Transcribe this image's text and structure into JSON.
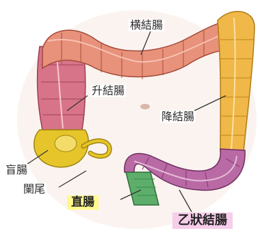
{
  "labels": {
    "transverse_colon": "横結腸",
    "ascending_colon": "升結腸",
    "descending_colon": "降結腸",
    "cecum": "盲腸",
    "appendix": "闌尾",
    "rectum": "直腸",
    "sigmoid_colon": "乙狀結腸"
  },
  "colors": {
    "transverse": "#e8917b",
    "ascending": "#d8748a",
    "descending": "#f0b848",
    "cecum": "#e6c52a",
    "sigmoid": "#b96aa4",
    "rectum": "#5cae6a",
    "rectum_box": "#fff98e",
    "sigmoid_box": "#f6cdea",
    "leader": "#333333"
  }
}
